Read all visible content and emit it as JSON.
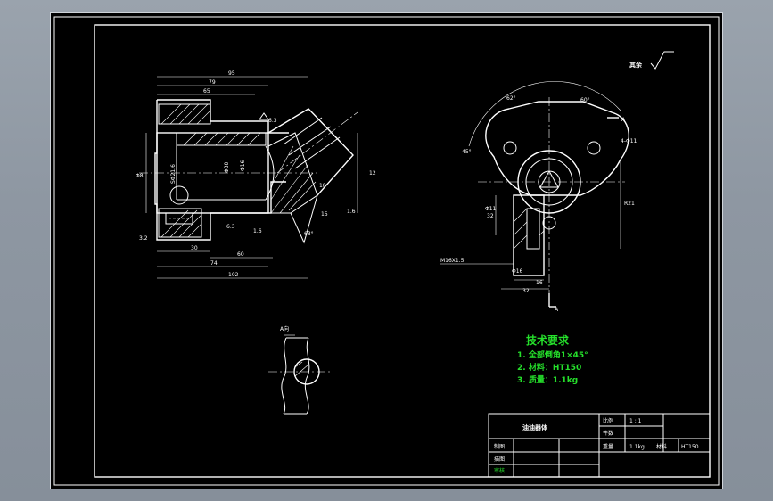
{
  "drawing": {
    "surface_mark": "其余",
    "dims": {
      "top": [
        "95",
        "79",
        "65"
      ],
      "bottom": [
        "30",
        "74",
        "60",
        "102"
      ],
      "side": [
        "Φ8",
        "SΦ21.6",
        "Φ30",
        "Φ16"
      ],
      "misc": [
        "1.6",
        "6.3",
        "1.6",
        "3.2",
        "12",
        "18",
        "15",
        "45°",
        "63°",
        "60°",
        "62°"
      ],
      "right_view": [
        "M16X1.5",
        "4-Φ11",
        "Φ11",
        "32",
        "16",
        "R21"
      ]
    },
    "sections": {
      "A_label": "A"
    },
    "section_view_label": "A向"
  },
  "tech_requirements": {
    "title": "技术要求",
    "items": [
      "1. 全部倒角1×45°",
      "2. 材料：HT150",
      "3. 质量：1.1kg"
    ]
  },
  "title_block": {
    "part_name": "油油器体",
    "ratio_label": "比例",
    "ratio_value": "1 : 1",
    "count_label": "件数",
    "weight_label": "重量",
    "weight_value": "1.1kg",
    "material_label": "材料",
    "material_value": "HT150",
    "drawn_label": "制图",
    "checked_label": "描图",
    "reviewed_label": "审核"
  },
  "colors": {
    "background": "#000000",
    "lines": "#ffffff",
    "notes_green": "#25e02b",
    "frame": "#8e97a2"
  }
}
